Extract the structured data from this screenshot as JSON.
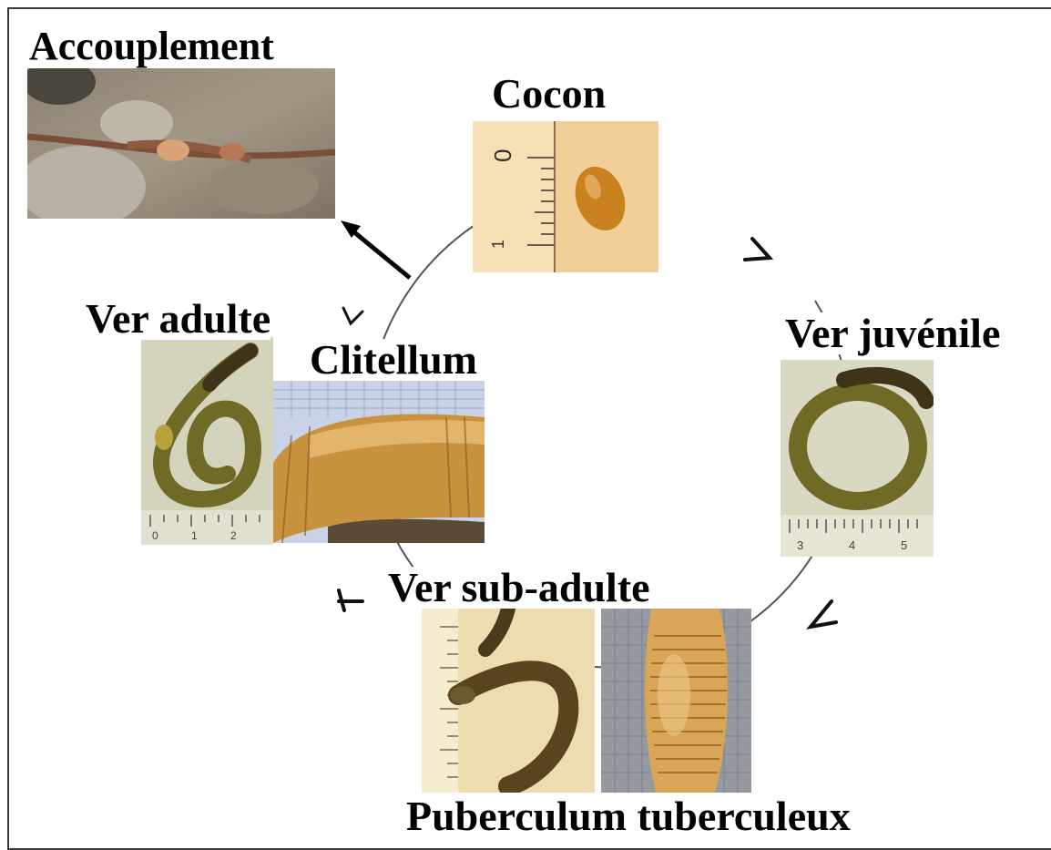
{
  "labels": {
    "accouplement": "Accouplement",
    "cocon": "Cocon",
    "ver_juvenile": "Ver juvénile",
    "ver_adulte": "Ver adulte",
    "clitellum": "Clitellum",
    "ver_sub_adulte": "Ver sub-adulte",
    "puberculum": "Puberculum tuberculeux"
  },
  "ruler_marks": {
    "cocon": [
      "0",
      "1"
    ],
    "juvenile": [
      "3",
      "4",
      "5"
    ],
    "adulte": [
      "0",
      "1",
      "2"
    ]
  },
  "colors": {
    "worm_olive": "#6f6a25",
    "worm_dark": "#3e3418",
    "worm_amber": "#c8923e",
    "cocoon": "#c9821f",
    "ruler_bg": "#f4d6a4",
    "cycle_line": "#555555"
  }
}
